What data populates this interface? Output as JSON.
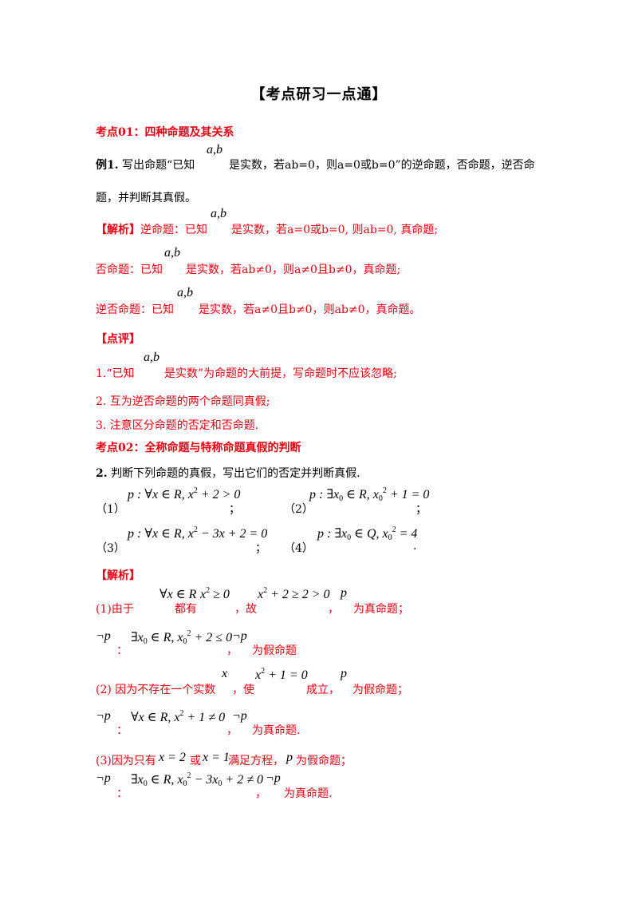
{
  "title": "【考点研习一点通】",
  "sec1": {
    "heading": "考点01：四种命题及其关系",
    "ex_label": "例1.",
    "ex_text_a": "写出命题“已知",
    "ab": "a,b",
    "ex_text_b": "是实数，若ab=0，则a=0或b=0”的逆命题，否命题，逆否命",
    "ex_text_c": "题，并判断其真假。",
    "jiexi": "【解析】",
    "a1_a": "逆命题：已知",
    "a1_b": "是实数，若a=0或b=0, 则ab=0, 真命题;",
    "a2_a": "否命题：已知",
    "a2_b": "是实数，若ab≠0，则a≠0且b≠0，真命题;",
    "a3_a": "逆否命题：已知",
    "a3_b": "是实数，若a≠0且b≠0，则ab≠0，真命题。",
    "dianping": "【点评】",
    "p1_a": "1.“已知",
    "p1_b": "是实数”为命题的大前提，写命题时不应该忽略;",
    "p2": "2.  互为逆否命题的两个命题同真假;",
    "p3": "3.  注意区分命题的否定和否命题."
  },
  "sec2": {
    "heading": "考点02：全称命题与特称命题真假的判断",
    "q_label": "2.",
    "q_text": "判断下列命题的真假，写出它们的否定并判断真假.",
    "i1": "（1）",
    "i2": "（2）",
    "i3": "（3）",
    "i4": "（4）",
    "semi": "；",
    "period": ".",
    "jiexi": "【解析】",
    "s1_a": "(1)由于",
    "s1_b": "都有",
    "s1_c": "，故",
    "s1_d": "，",
    "s1_e": "为真命题；",
    "n1_sep": "：",
    "n1_comma": "，",
    "n1_end": "为假命题",
    "s2_a": "(2) 因为不存在一个实数",
    "s2_b": "，使",
    "s2_c": "成立，",
    "s2_d": "为假命题；",
    "n2_end": "为真命题.",
    "s3_a": "(3)因为只有",
    "s3_b": "或",
    "s3_c": "满足方程，",
    "s3_d": "为假命题；",
    "n3_end": "为真命题."
  }
}
